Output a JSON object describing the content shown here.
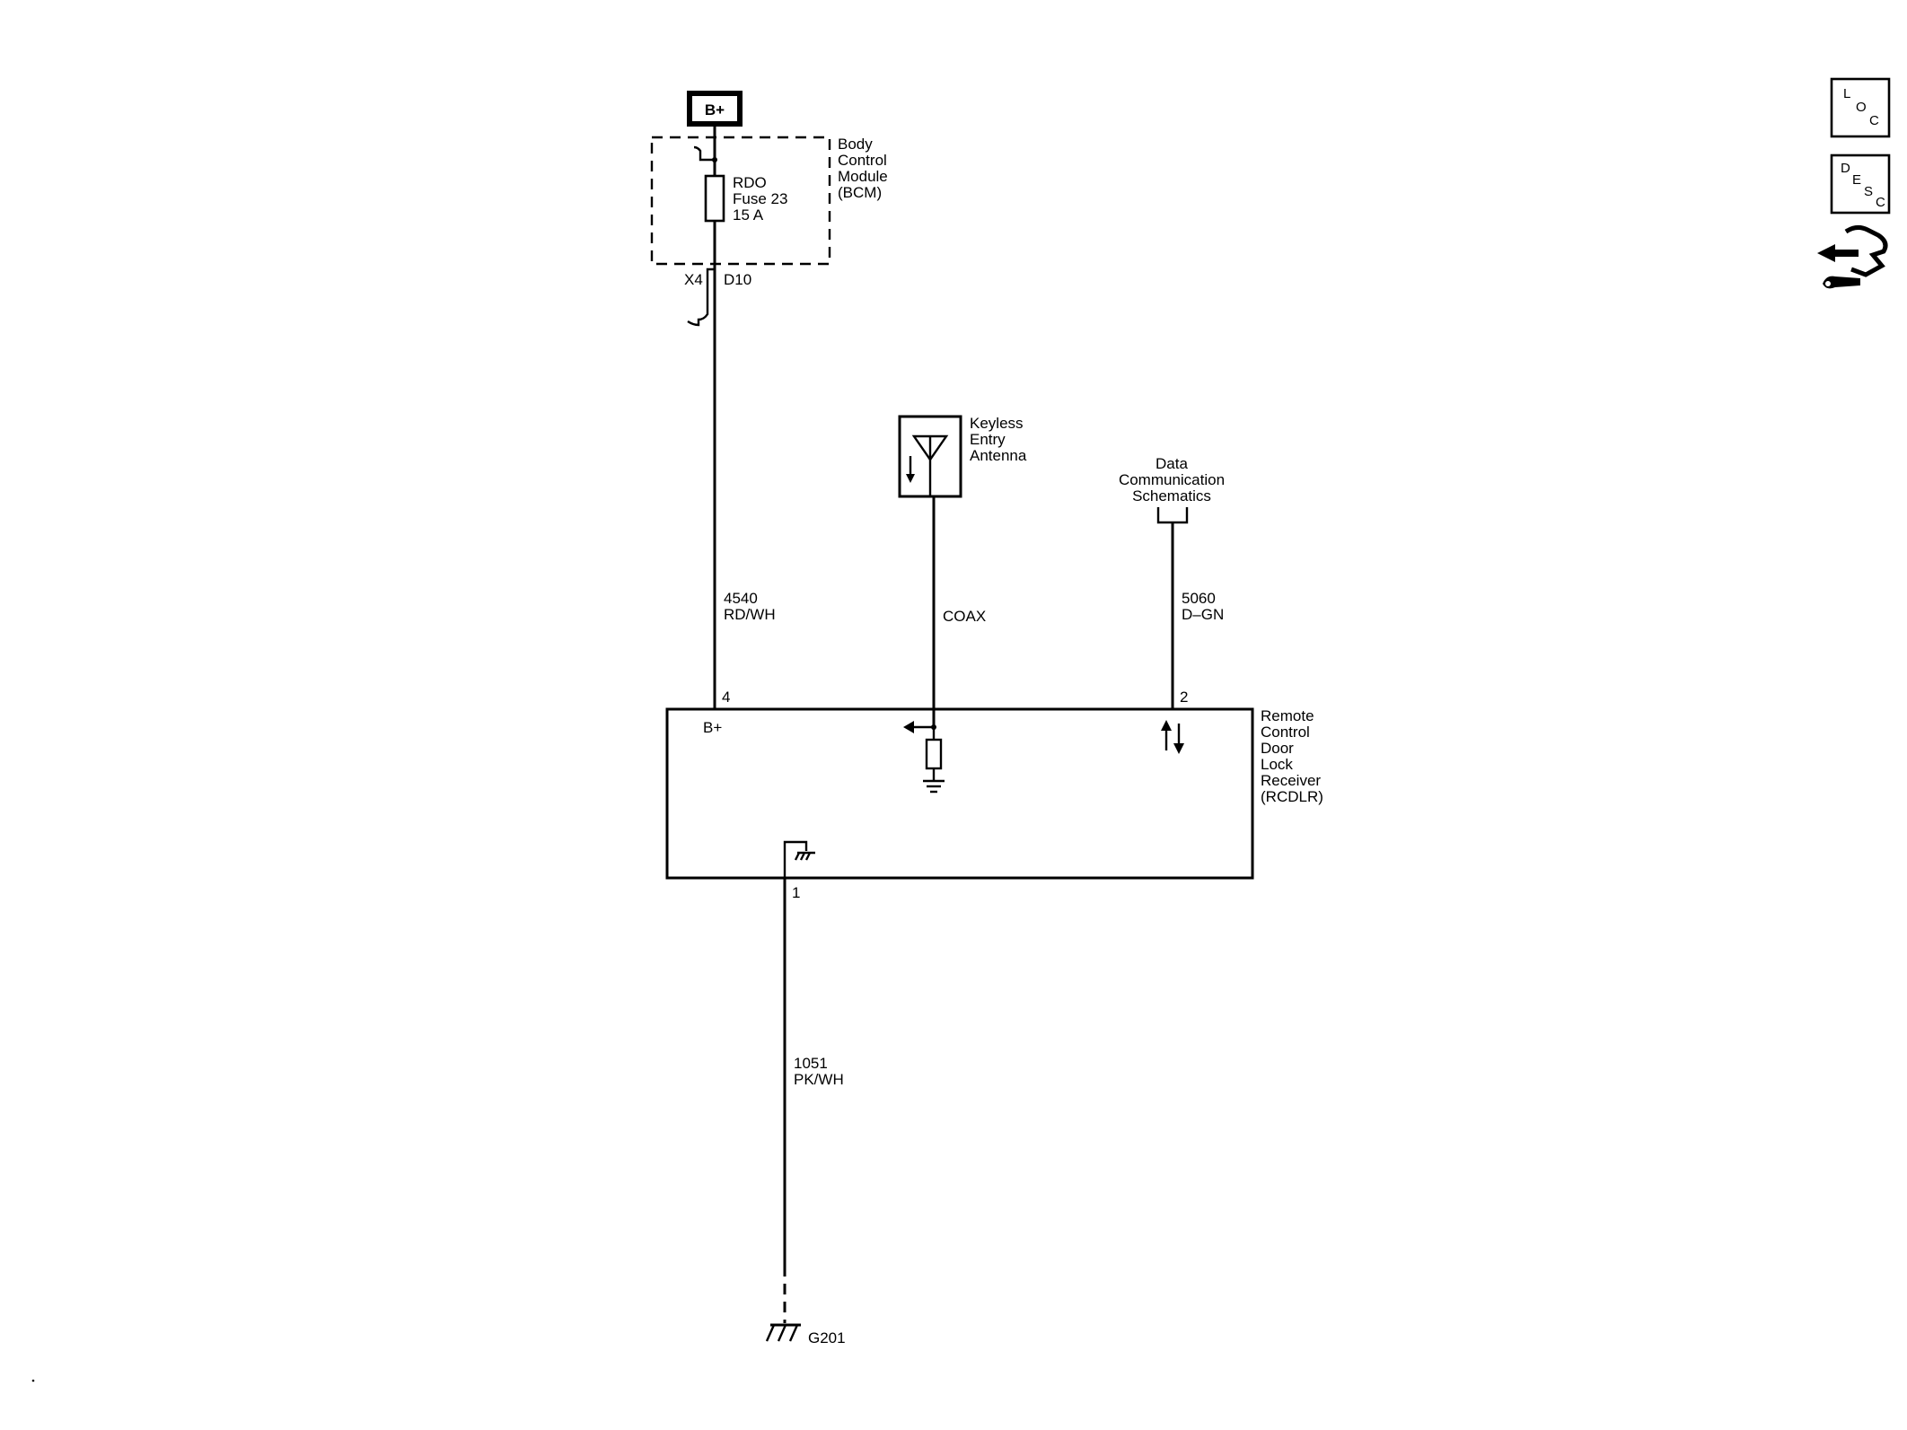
{
  "power_source": {
    "label": "B+"
  },
  "bcm": {
    "name_lines": [
      "Body",
      "Control",
      "Module",
      "(BCM)"
    ],
    "fuse_lines": [
      "RDO",
      "Fuse 23",
      "15 A"
    ],
    "connector": "X4",
    "terminal": "D10"
  },
  "wires": {
    "power": {
      "circuit": "4540",
      "color": "RD/WH"
    },
    "antenna": {
      "label": "COAX"
    },
    "data": {
      "circuit": "5060",
      "color": "D–GN"
    },
    "ground": {
      "circuit": "1051",
      "color": "PK/WH"
    }
  },
  "antenna": {
    "name_lines": [
      "Keyless",
      "Entry",
      "Antenna"
    ]
  },
  "data_link": {
    "name_lines": [
      "Data",
      "Communication",
      "Schematics"
    ]
  },
  "rcdlr": {
    "name_lines": [
      "Remote",
      "Control",
      "Door",
      "Lock",
      "Receiver",
      "(RCDLR)"
    ],
    "pin_power": "4",
    "pin_data": "2",
    "pin_ground": "1",
    "b_plus_label": "B+"
  },
  "ground_point": {
    "label": "G201"
  },
  "side_buttons": {
    "loc": [
      "L",
      "O",
      "C"
    ],
    "desc": [
      "D",
      "E",
      "S",
      "C"
    ]
  },
  "icons": {
    "loc": "loc-icon",
    "desc": "desc-icon",
    "connector_end_view": "connector-tool-icon",
    "ground": "ground-icon",
    "antenna": "antenna-icon",
    "resistor": "resistor-icon",
    "fuse": "fuse-icon"
  }
}
